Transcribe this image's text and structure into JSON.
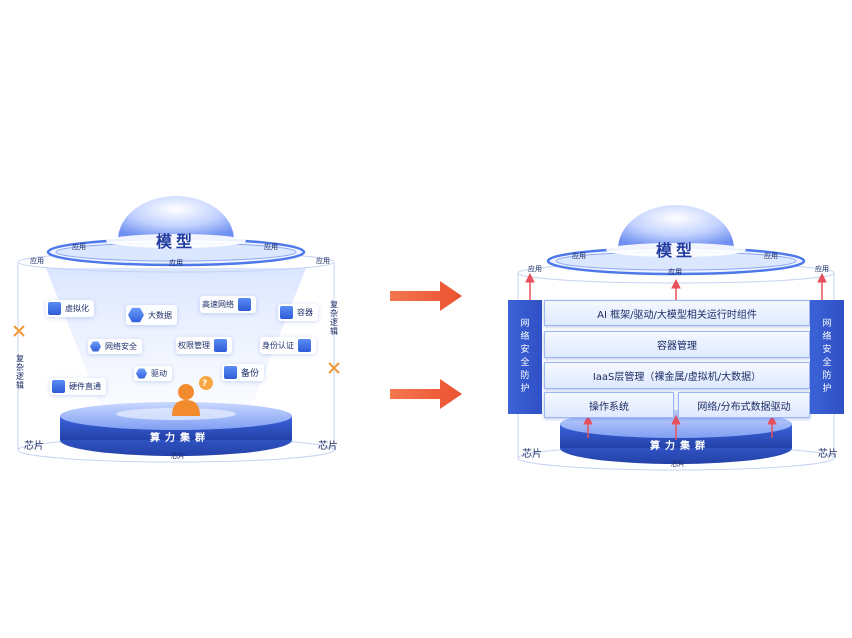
{
  "left": {
    "title": "模型",
    "app_labels": [
      "应用",
      "应用",
      "应用",
      "应用",
      "应用"
    ],
    "items": {
      "virtualization": "虚拟化",
      "big_data": "大数据",
      "high_speed_network": "高速网络",
      "container": "容器",
      "network_security": "网络安全",
      "permission_mgmt": "权限管理",
      "identity_auth": "身份认证",
      "driver": "驱动",
      "backup": "备份",
      "hardware_passthrough": "硬件直通"
    },
    "complex_logic_left": "复杂逻辑",
    "complex_logic_right": "复杂逻辑",
    "cluster": "算力集群",
    "chip_left": "芯片",
    "chip_right": "芯片",
    "chip_bottom": "芯片",
    "question": "?"
  },
  "right": {
    "title": "模型",
    "app_labels": [
      "应用",
      "应用",
      "应用",
      "应用",
      "应用"
    ],
    "layers": {
      "ai_frameworks": "AI 框架/驱动/大模型相关运行时组件",
      "container_mgmt": "容器管理",
      "iaas_mgmt": "IaaS层管理（裸金属/虚拟机/大数据）",
      "os": "操作系统",
      "network_drivers": "网络/分布式数据驱动"
    },
    "security_left": "网络安全防护",
    "security_right": "网络安全防护",
    "cluster": "算力集群",
    "chip_left": "芯片",
    "chip_right": "芯片",
    "chip_bottom": "芯片"
  },
  "colors": {
    "arrow": "#f0643c",
    "blue_dark": "#2f50c4",
    "blue_mid": "#4a78ea",
    "red_up_arrow": "#e8505b",
    "cross": "#f29a3a"
  }
}
